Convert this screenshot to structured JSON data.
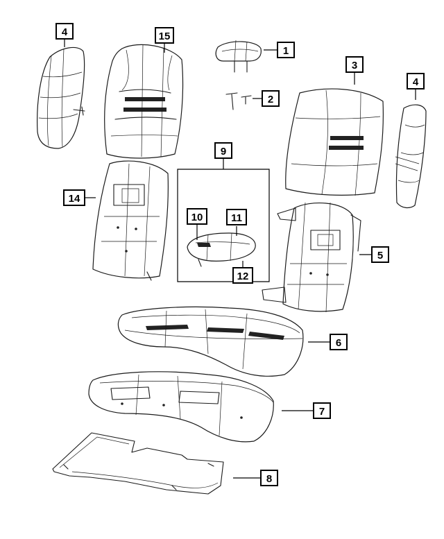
{
  "callouts": {
    "c1": "1",
    "c2": "2",
    "c3": "3",
    "c4_left": "4",
    "c4_right": "4",
    "c5": "5",
    "c6": "6",
    "c7": "7",
    "c8": "8",
    "c9": "9",
    "c10": "10",
    "c11": "11",
    "c12": "12",
    "c14": "14",
    "c15": "15"
  }
}
